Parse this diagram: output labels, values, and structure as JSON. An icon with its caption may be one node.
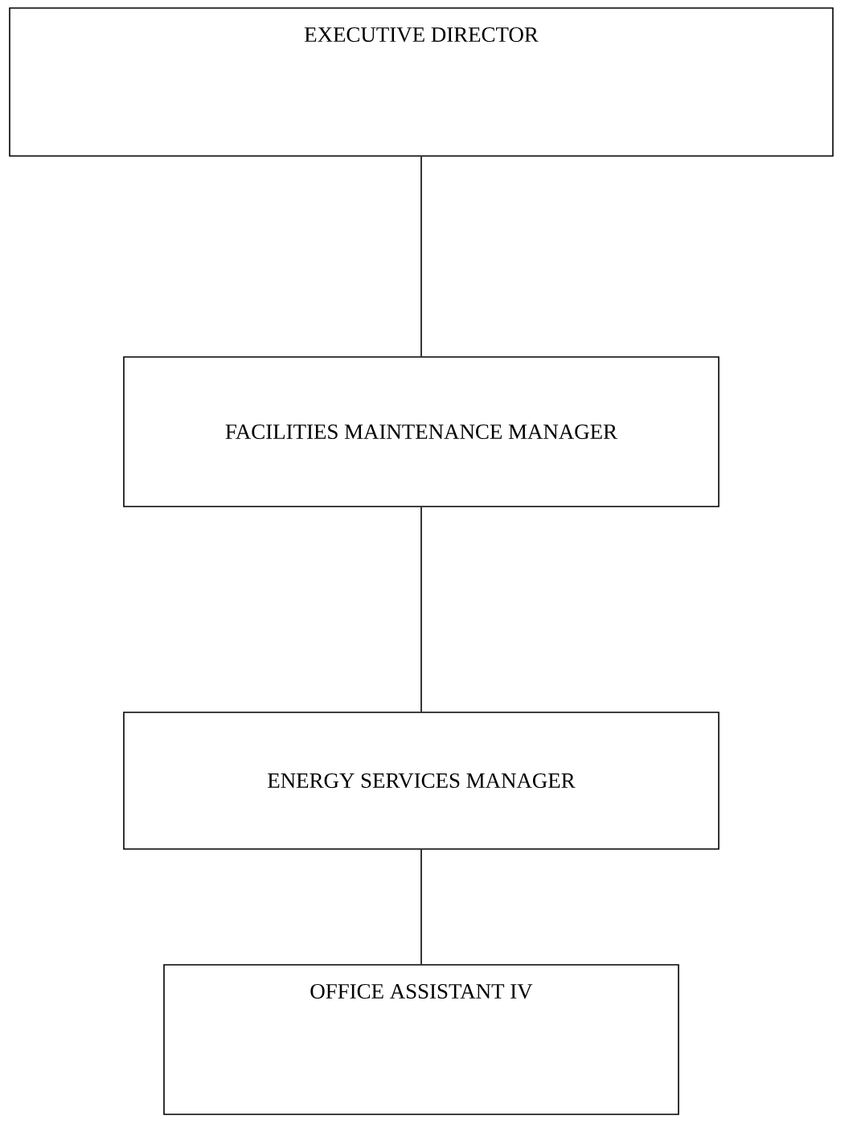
{
  "diagram": {
    "nodes": [
      {
        "text": [
          "EXECUTIVE DIRECTOR"
        ]
      },
      {
        "text": [
          "FACILITIES MAINTENANCE MANAGER"
        ]
      },
      {
        "text": [
          "ENERGY SERVICES MANAGER"
        ]
      },
      {
        "text": [
          "OFFICE ASSISTANT IV"
        ]
      }
    ],
    "edges": [
      {
        "from": 0,
        "to": 1,
        "arrow": "none"
      },
      {
        "from": 1,
        "to": 2,
        "arrow": "none"
      },
      {
        "from": 2,
        "to": 3,
        "arrow": "none"
      }
    ]
  }
}
